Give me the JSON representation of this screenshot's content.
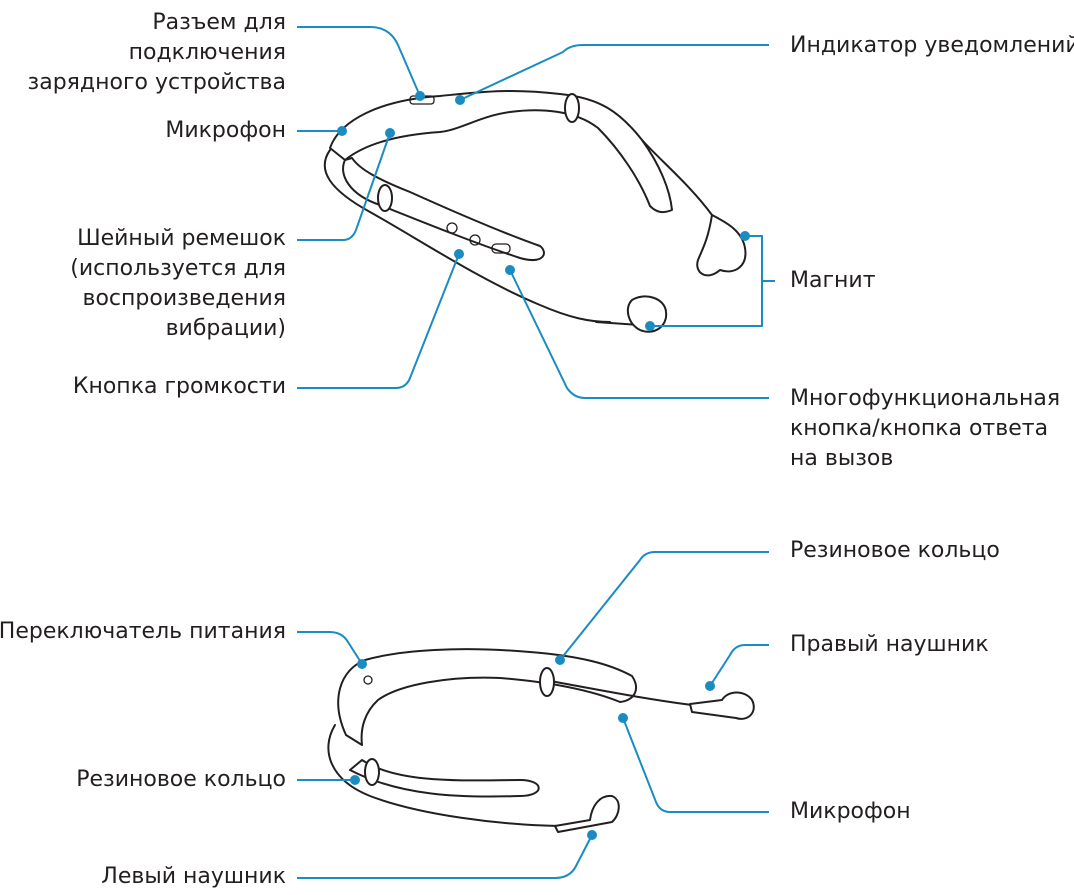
{
  "top_diagram": {
    "charging_connector": [
      "Разъем для",
      "подключения",
      "зарядного устройства"
    ],
    "microphone": "Микрофон",
    "neckband": [
      "Шейный ремешок",
      "(используется для",
      "воспроизведения",
      "вибрации)"
    ],
    "volume_button": "Кнопка громкости",
    "notification_indicator": "Индикатор уведомлений",
    "magnet": "Магнит",
    "multifunction_button": [
      "Многофункциональная",
      "кнопка/кнопка ответа",
      "на вызов"
    ]
  },
  "bottom_diagram": {
    "power_switch": "Переключатель питания",
    "rubber_ring_top": "Резиновое кольцо",
    "right_earbud": "Правый наушник",
    "rubber_ring_left": "Резиновое кольцо",
    "microphone": "Микрофон",
    "left_earbud": "Левый наушник"
  },
  "colors": {
    "leader": "#1a8cc2",
    "outline": "#231f20",
    "text": "#231f20"
  }
}
